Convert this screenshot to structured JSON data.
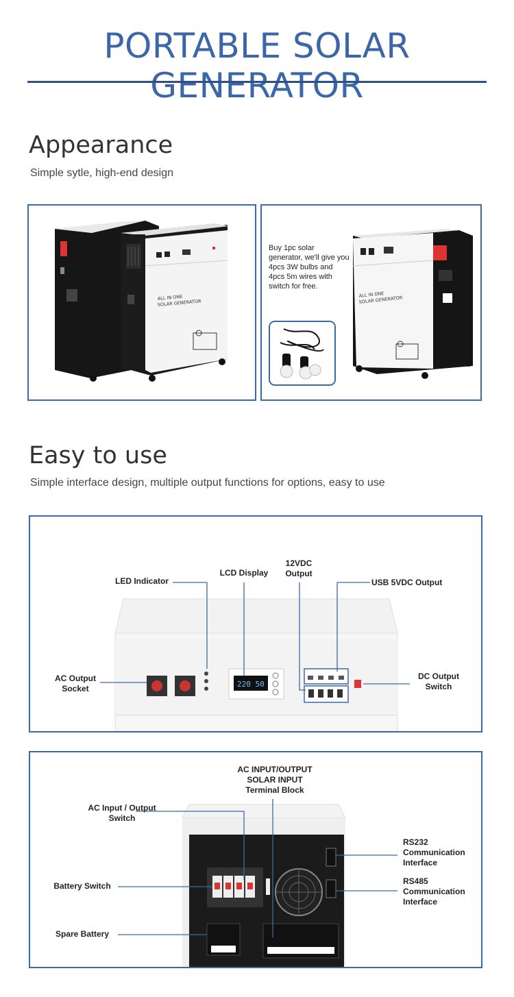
{
  "header": {
    "title": "PORTABLE SOLAR GENERATOR"
  },
  "appearance": {
    "heading": "Appearance",
    "subtitle": "Simple sytle, high-end design",
    "promo_text": "Buy 1pc solar generator, we'll give you 4pcs 3W bulbs and 4pcs 5m wires with switch for free.",
    "unit_logo_line1": "ALL IN ONE",
    "unit_logo_line2": "SOLAR GENERATOR"
  },
  "easy": {
    "heading": "Easy to use",
    "subtitle": "Simple interface design, multiple output functions for options, easy to use"
  },
  "front_panel": {
    "led_indicator": "LED Indicator",
    "lcd_display": "LCD Display",
    "dc12_output": "12VDC\nOutput",
    "usb_output": "USB 5VDC Output",
    "ac_output_socket": "AC Output\nSocket",
    "dc_output_switch": "DC Output\nSwitch",
    "lcd_readout": "220 50"
  },
  "rear_panel": {
    "terminal_block": "AC INPUT/OUTPUT\nSOLAR INPUT\nTerminal Block",
    "ac_io_switch": "AC Input / Output\nSwitch",
    "battery_switch": "Battery Switch",
    "spare_battery": "Spare Battery",
    "rs232": "RS232\nCommunication\nInterface",
    "rs485": "RS485\nCommunication\nInterface"
  },
  "colors": {
    "accent": "#3b67a8",
    "frame": "#3a6aa6",
    "rule": "#2d5089",
    "unit_body": "#1b1b1b"
  }
}
